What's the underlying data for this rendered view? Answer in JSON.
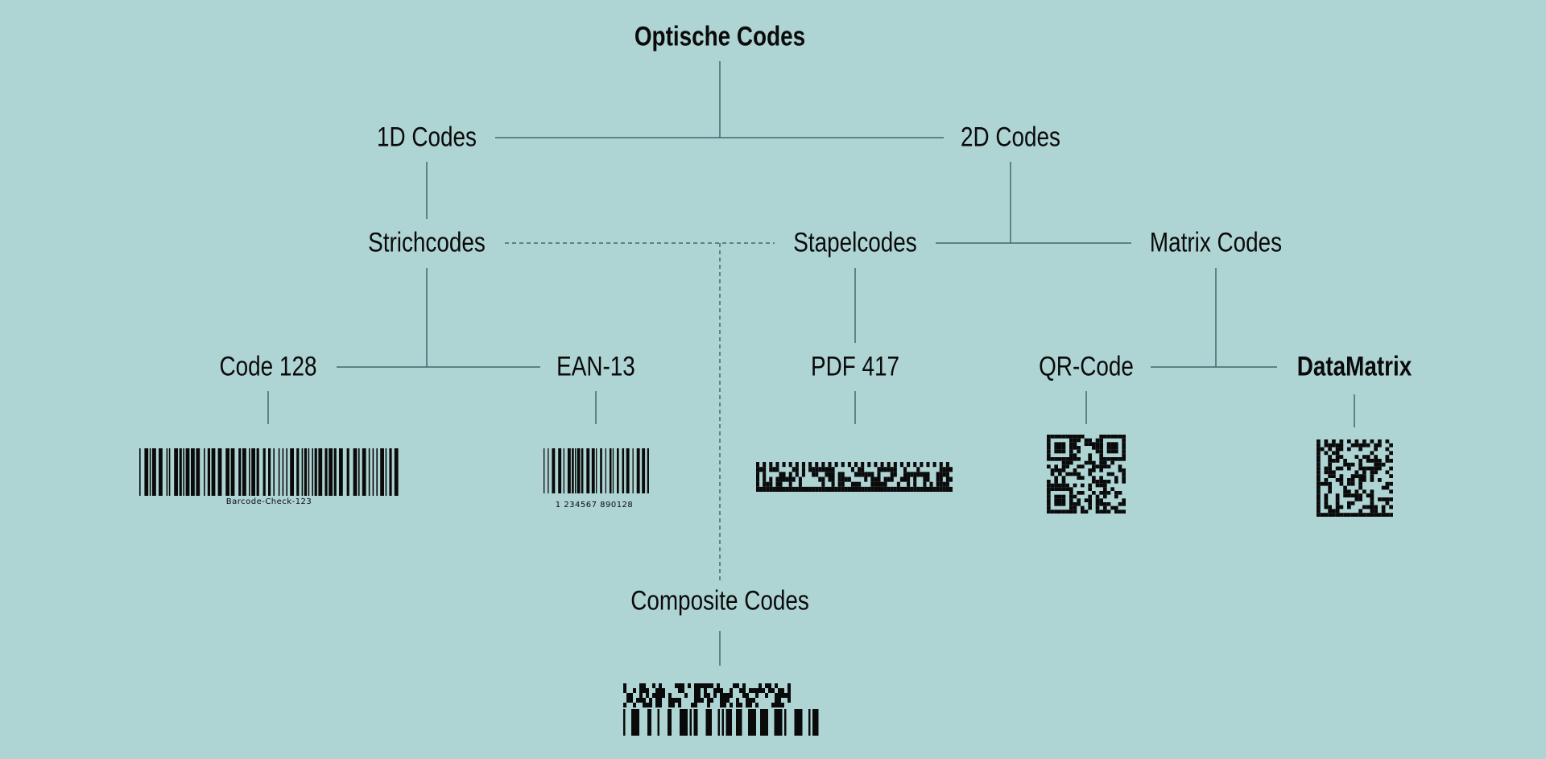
{
  "title": "Optische Codes",
  "nodes": {
    "codes_1d": "1D Codes",
    "codes_2d": "2D Codes",
    "strichcodes": "Strichcodes",
    "stapelcodes": "Stapelcodes",
    "matrix_codes": "Matrix Codes",
    "code128": "Code 128",
    "ean13": "EAN-13",
    "pdf417": "PDF 417",
    "qr_code": "QR-Code",
    "datamatrix": "DataMatrix",
    "composite": "Composite Codes"
  },
  "samples": {
    "code128_caption": "Barcode-Check-123",
    "ean13_caption": "1 234567 890128"
  },
  "colors": {
    "background": "#afd4d4",
    "line": "#3d6b6b",
    "ink": "#0a0a0a"
  }
}
